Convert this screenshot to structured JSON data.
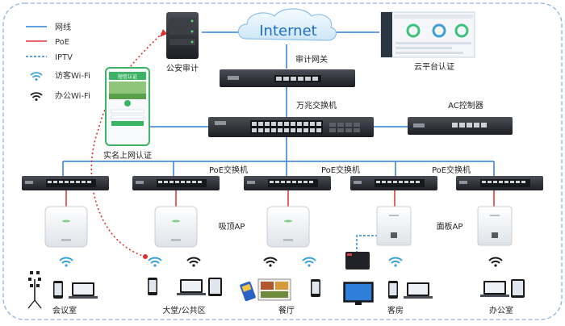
{
  "legend": {
    "items": [
      {
        "label": "网线",
        "line_color": "#2f7ed8",
        "style": "solid"
      },
      {
        "label": "PoE",
        "line_color": "#e03030",
        "style": "solid"
      },
      {
        "label": "IPTV",
        "line_color": "#2f7ed8",
        "style": "dashed"
      },
      {
        "label": "访客Wi-Fi",
        "icon": "wifi-guest-icon",
        "icon_color": "#3aa0d8"
      },
      {
        "label": "办公Wi-Fi",
        "icon": "wifi-office-icon",
        "icon_color": "#222222"
      }
    ]
  },
  "cloud": {
    "label": "Internet"
  },
  "labels": {
    "police_audit": "公安审计",
    "audit_gateway": "审计网关",
    "cloud_platform": "云平台认证",
    "core_switch": "万兆交换机",
    "ac_controller": "AC控制器",
    "realname_auth": "实名上网认证",
    "poe_switch": "PoE交换机",
    "ceiling_ap": "吸顶AP",
    "panel_ap": "面板AP"
  },
  "phone_screen": {
    "title": "短信认证"
  },
  "areas": [
    {
      "label": "会议室"
    },
    {
      "label": "大堂/公共区"
    },
    {
      "label": "餐厅"
    },
    {
      "label": "客房"
    },
    {
      "label": "办公室"
    }
  ],
  "colors": {
    "frame": "#8fb4dd",
    "link_blue": "#2f7ed8",
    "poe_red": "#e03030",
    "device_dark": "#2b2d33",
    "guest_wifi": "#3aa0d8",
    "office_wifi": "#1a1a1a"
  }
}
